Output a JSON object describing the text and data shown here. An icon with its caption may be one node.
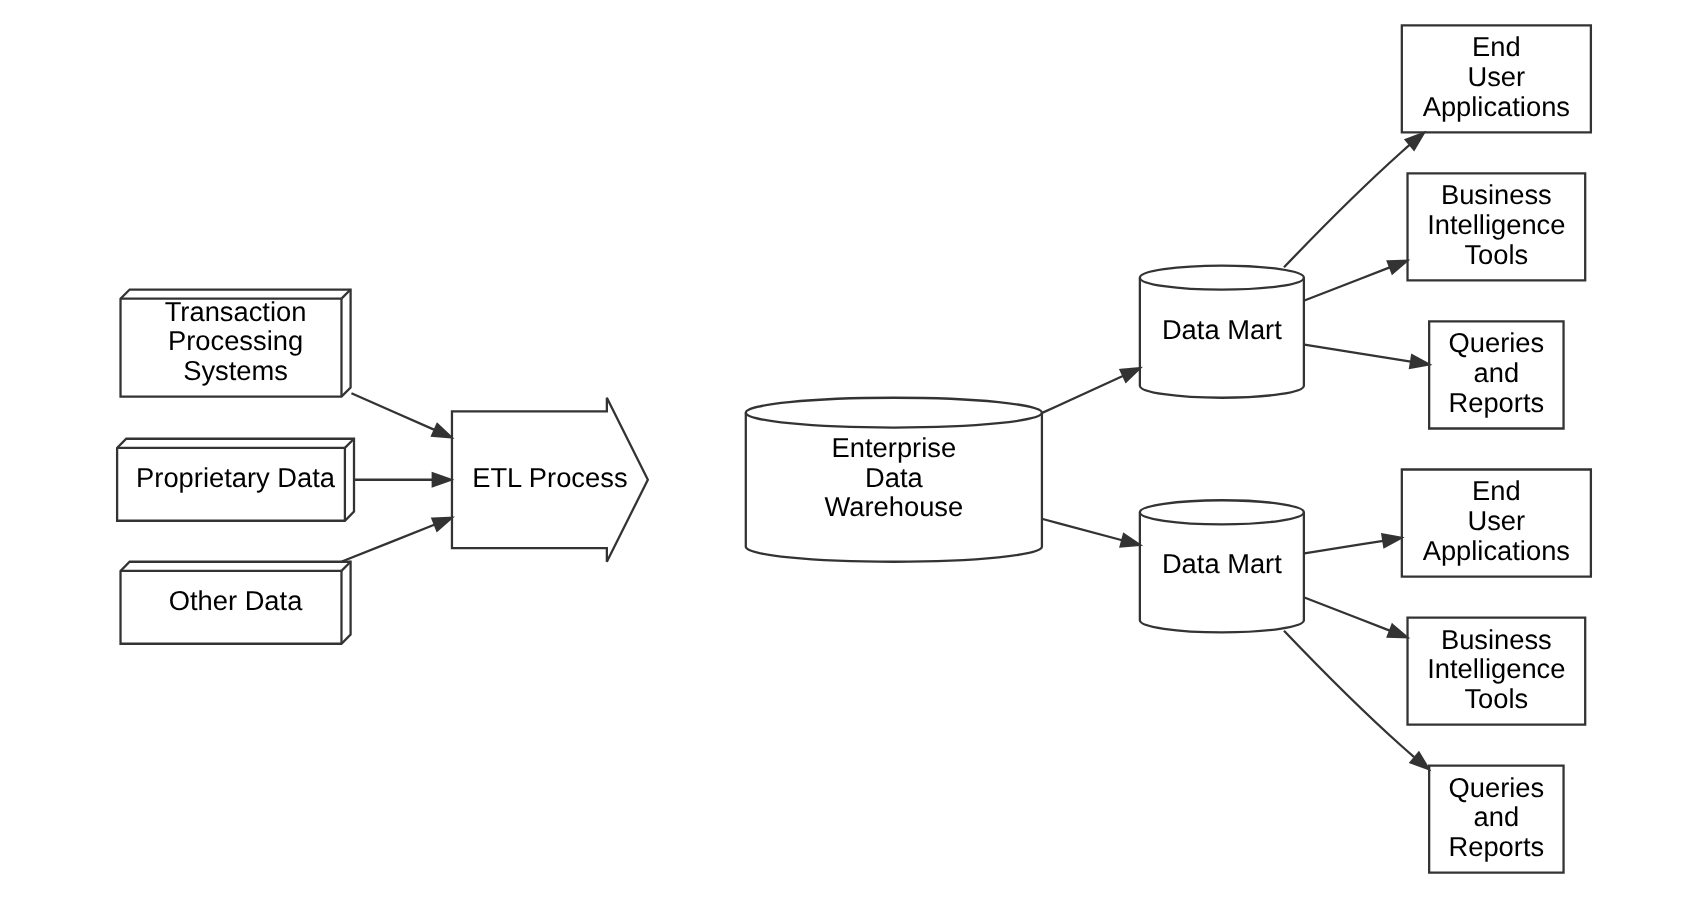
{
  "diagram": {
    "nodes": [
      {
        "text": [
          "Transaction Processing Systems"
        ]
      },
      {
        "text": [
          "Proprietary Data"
        ]
      },
      {
        "text": [
          "Other Data"
        ]
      },
      {
        "text": [
          "ETL Process"
        ]
      },
      {
        "text": [
          "Enterprise Data Warehouse"
        ]
      },
      {
        "text": [
          "Data Mart"
        ]
      },
      {
        "text": [
          "Data Mart"
        ]
      },
      {
        "text": [
          "End User Applications"
        ]
      },
      {
        "text": [
          "Business Intelligence Tools"
        ]
      },
      {
        "text": [
          "Queries and Reports"
        ]
      },
      {
        "text": [
          "End User Applications"
        ]
      },
      {
        "text": [
          "Business Intelligence Tools"
        ]
      },
      {
        "text": [
          "Queries and Reports"
        ]
      }
    ],
    "edges": [
      {
        "from": 0,
        "to": 3,
        "arrow": "to"
      },
      {
        "from": 1,
        "to": 3,
        "arrow": "to"
      },
      {
        "from": 2,
        "to": 3,
        "arrow": "to"
      },
      {
        "from": 4,
        "to": 5,
        "arrow": "to"
      },
      {
        "from": 4,
        "to": 6,
        "arrow": "to"
      },
      {
        "from": 5,
        "to": 7,
        "arrow": "to"
      },
      {
        "from": 5,
        "to": 8,
        "arrow": "to"
      },
      {
        "from": 5,
        "to": 9,
        "arrow": "to"
      },
      {
        "from": 6,
        "to": 10,
        "arrow": "to"
      },
      {
        "from": 6,
        "to": 11,
        "arrow": "to"
      },
      {
        "from": 6,
        "to": 12,
        "arrow": "to"
      }
    ]
  }
}
